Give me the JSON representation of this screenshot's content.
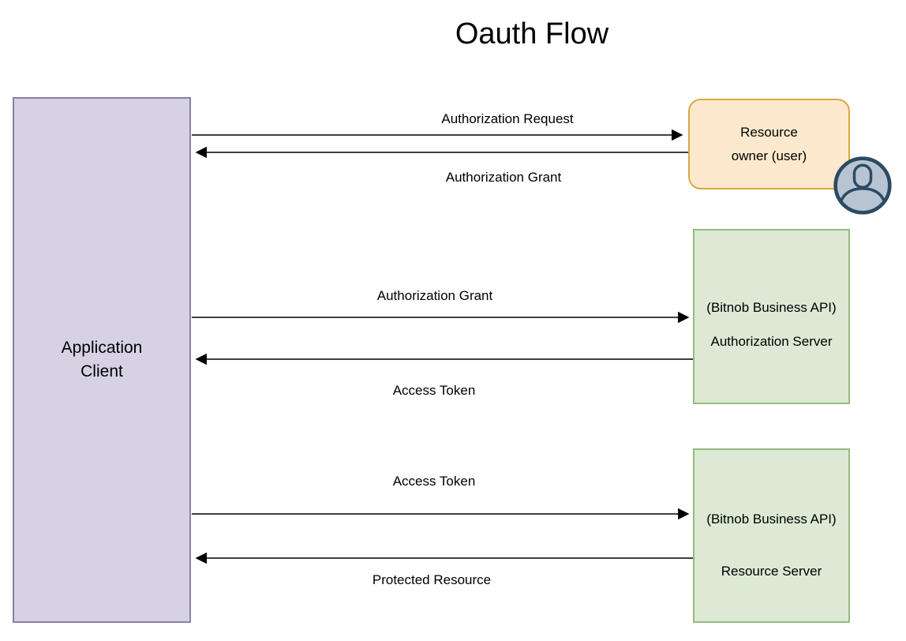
{
  "title": "Oauth Flow",
  "nodes": {
    "client": {
      "lines": [
        "Application",
        "Client"
      ]
    },
    "resource_owner": {
      "lines": [
        "Resource",
        "owner (user)"
      ]
    },
    "auth_server": {
      "lines": [
        "(Bitnob Business API)",
        "Authorization Server"
      ]
    },
    "resource_server": {
      "lines": [
        "(Bitnob Business API)",
        "Resource Server"
      ]
    }
  },
  "flows": [
    {
      "label": "Authorization Request",
      "from": "Application Client",
      "to": "Resource owner (user)",
      "direction": "right"
    },
    {
      "label": "Authorization Grant",
      "from": "Resource owner (user)",
      "to": "Application Client",
      "direction": "left"
    },
    {
      "label": "Authorization Grant",
      "from": "Application Client",
      "to": "Authorization Server",
      "direction": "right"
    },
    {
      "label": "Access Token",
      "from": "Authorization Server",
      "to": "Application Client",
      "direction": "left"
    },
    {
      "label": "Access Token",
      "from": "Application Client",
      "to": "Resource Server",
      "direction": "right"
    },
    {
      "label": "Protected Resource",
      "from": "Resource Server",
      "to": "Application Client",
      "direction": "left"
    }
  ],
  "colors": {
    "client_fill": "#d6d2e4",
    "client_stroke": "#8781a5",
    "owner_fill": "#fce9cd",
    "owner_stroke": "#d9a843",
    "server_fill": "#dbe9d5",
    "server_stroke": "#95bb7d",
    "user_icon_fill": "#b9c4d2",
    "user_icon_stroke": "#2d4a63",
    "arrow": "#000000",
    "text": "#000000",
    "background": "#ffffff"
  }
}
